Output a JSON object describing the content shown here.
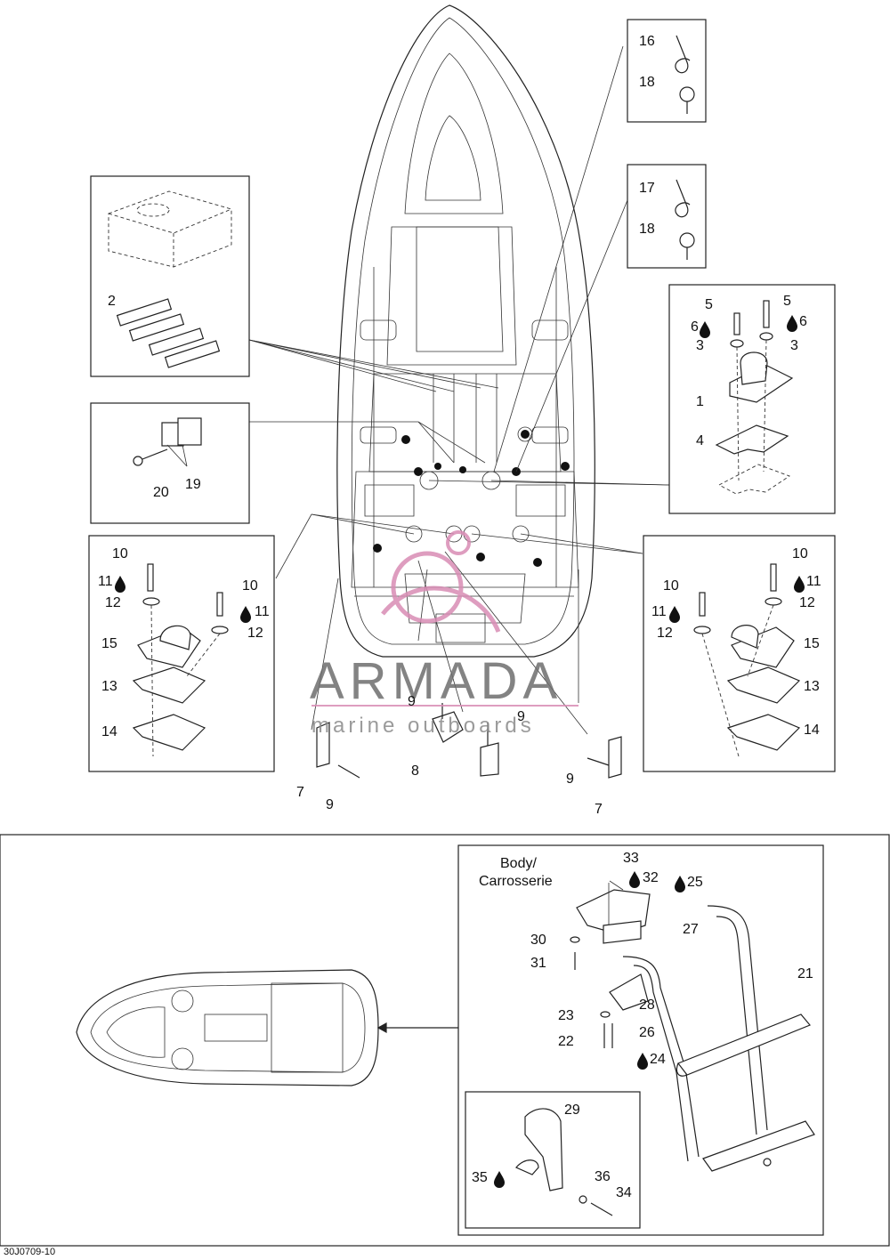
{
  "diagram": {
    "ref_code": "30J0709-10",
    "body_label_line1": "Body/",
    "body_label_line2": "Carrosserie",
    "watermark": {
      "brand": "ARMADA",
      "tagline": "marine outboards"
    },
    "labels": {
      "l1": "1",
      "l2": "2",
      "l3": "3",
      "l4": "4",
      "l5": "5",
      "l6": "6",
      "l7": "7",
      "l8": "8",
      "l9": "9",
      "l10": "10",
      "l11": "11",
      "l12": "12",
      "l13": "13",
      "l14": "14",
      "l15": "15",
      "l16": "16",
      "l17": "17",
      "l18": "18",
      "l19": "19",
      "l20": "20",
      "l21": "21",
      "l22": "22",
      "l23": "23",
      "l24": "24",
      "l25": "25",
      "l26": "26",
      "l27": "27",
      "l28": "28",
      "l29": "29",
      "l30": "30",
      "l31": "31",
      "l32": "32",
      "l33": "33",
      "l34": "34",
      "l35": "35",
      "l36": "36"
    }
  }
}
